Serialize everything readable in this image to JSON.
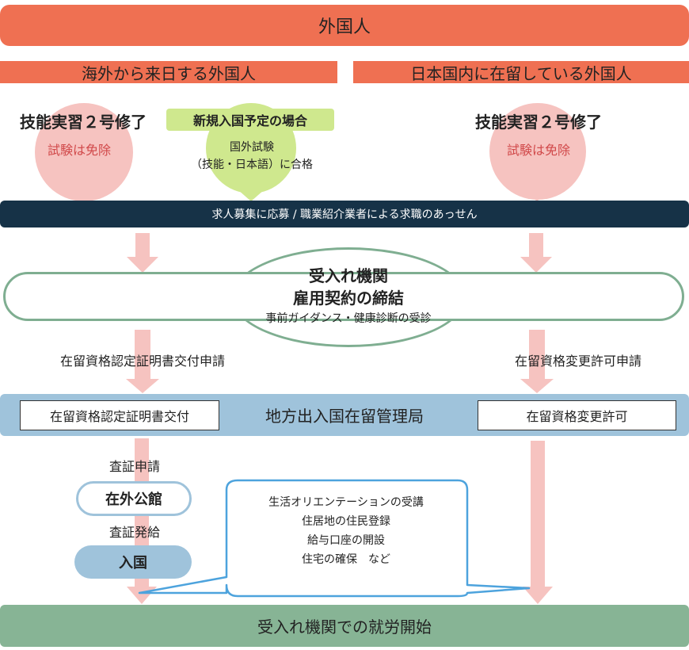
{
  "top": {
    "title": "外国人"
  },
  "left_header": {
    "title": "海外から来日する外国人"
  },
  "right_header": {
    "title": "日本国内に在留している外国人"
  },
  "left_circle": {
    "title": "技能実習２号修了",
    "note": "試験は免除"
  },
  "green_circle": {
    "tag": "新規入国予定の場合",
    "line1": "国外試験",
    "line2": "（技能・日本語）に合格"
  },
  "right_circle": {
    "title": "技能実習２号修了",
    "note": "試験は免除"
  },
  "job_bar": {
    "text": "求人募集に応募 / 職業紹介業者による求職のあっせん"
  },
  "employer": {
    "line1": "受入れ機関",
    "line2": "雇用契約の締結",
    "line3": "事前ガイダンス・健康診断の受診"
  },
  "left_application": "在留資格認定証明書交付申請",
  "right_application": "在留資格変更許可申請",
  "immigration": {
    "left_box": "在留資格認定証明書交付",
    "center": "地方出入国在留管理局",
    "right_box": "在留資格変更許可"
  },
  "visa": {
    "apply": "査証申請",
    "embassy": "在外公館",
    "issue": "査証発給",
    "entry": "入国"
  },
  "callout": {
    "items": [
      "生活オリエンテーションの受講",
      "住居地の住民登録",
      "給与口座の開設",
      "住宅の確保　など"
    ]
  },
  "bottom": {
    "title": "受入れ機関での就労開始"
  },
  "colors": {
    "orange": "#EF7052",
    "pink": "#F6C3C0",
    "green_circle": "#CFE88E",
    "dark_navy": "#163247",
    "oval_border": "#7FAE91",
    "light_blue": "#9FC3DB",
    "callout_border": "#4DA3DD",
    "bottom_green": "#87B495",
    "red_text": "#D1494A"
  }
}
